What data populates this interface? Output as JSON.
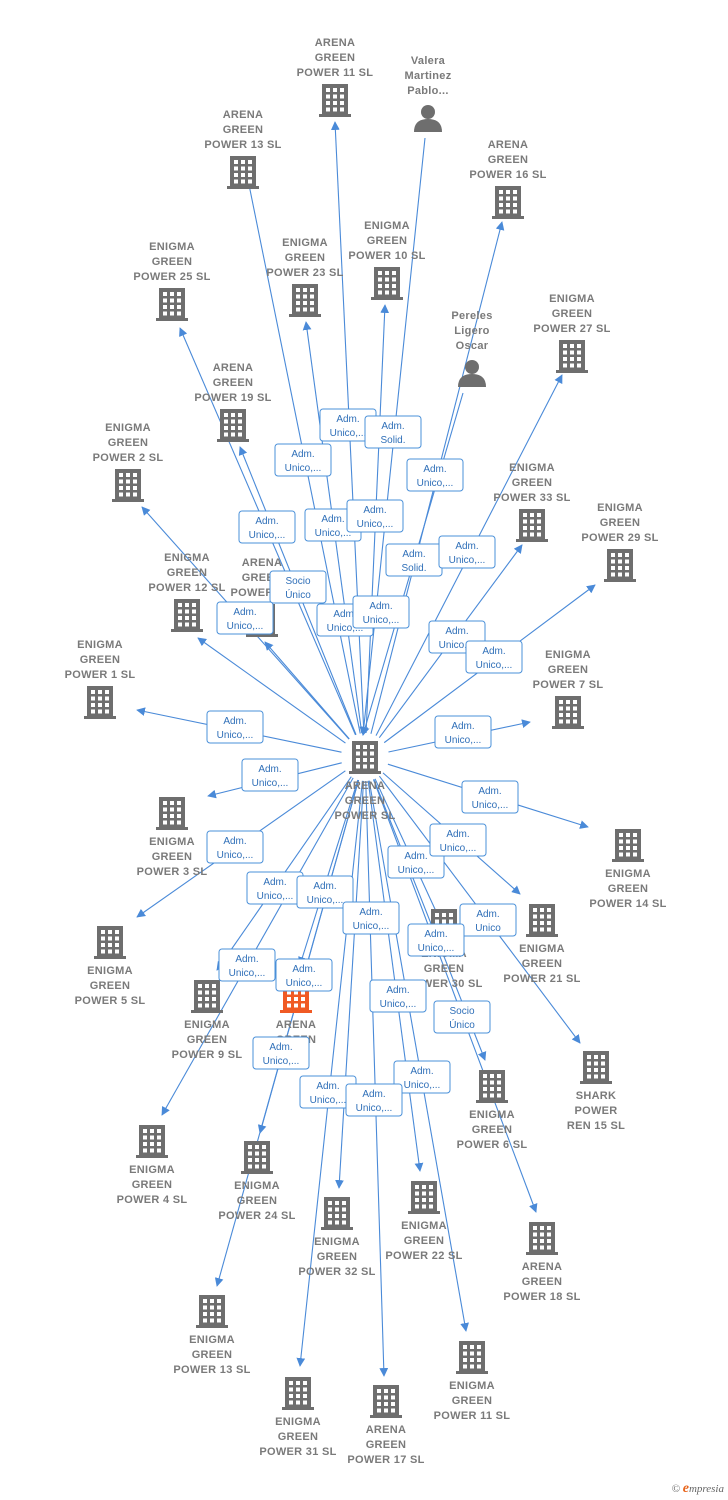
{
  "center": {
    "id": "c",
    "lines": [
      "ARENA",
      "GREEN",
      "POWER  SL"
    ],
    "icon": "building-icon"
  },
  "nodes": [
    {
      "id": "n1",
      "lines": [
        "ARENA",
        "GREEN",
        "POWER 11  SL"
      ],
      "icon": "building-icon"
    },
    {
      "id": "n2",
      "lines": [
        "Valera",
        "Martinez",
        "Pablo..."
      ],
      "icon": "person-icon"
    },
    {
      "id": "n3",
      "lines": [
        "ARENA",
        "GREEN",
        "POWER 13  SL"
      ],
      "icon": "building-icon"
    },
    {
      "id": "n4",
      "lines": [
        "ARENA",
        "GREEN",
        "POWER 16  SL"
      ],
      "icon": "building-icon"
    },
    {
      "id": "n5",
      "lines": [
        "ENIGMA",
        "GREEN",
        "POWER 10  SL"
      ],
      "icon": "building-icon"
    },
    {
      "id": "n6",
      "lines": [
        "ENIGMA",
        "GREEN",
        "POWER 23  SL"
      ],
      "icon": "building-icon"
    },
    {
      "id": "n7",
      "lines": [
        "ENIGMA",
        "GREEN",
        "POWER 25  SL"
      ],
      "icon": "building-icon"
    },
    {
      "id": "n8",
      "lines": [
        "Pereles",
        "Ligero",
        "Oscar"
      ],
      "icon": "person-icon"
    },
    {
      "id": "n9",
      "lines": [
        "ENIGMA",
        "GREEN",
        "POWER 27  SL"
      ],
      "icon": "building-icon"
    },
    {
      "id": "n10",
      "lines": [
        "ARENA",
        "GREEN",
        "POWER 19  SL"
      ],
      "icon": "building-icon"
    },
    {
      "id": "n11",
      "lines": [
        "ENIGMA",
        "GREEN",
        "POWER 2  SL"
      ],
      "icon": "building-icon"
    },
    {
      "id": "n12",
      "lines": [
        "ENIGMA",
        "GREEN",
        "POWER 33  SL"
      ],
      "icon": "building-icon"
    },
    {
      "id": "n13",
      "lines": [
        "ENIGMA",
        "GREEN",
        "POWER 29  SL"
      ],
      "icon": "building-icon"
    },
    {
      "id": "n14",
      "lines": [
        "ENIGMA",
        "GREEN",
        "POWER 12  SL"
      ],
      "icon": "building-icon"
    },
    {
      "id": "n15",
      "lines": [
        "ARENA",
        "GREEN",
        "POWER 1..."
      ],
      "icon": "building-icon"
    },
    {
      "id": "n16",
      "lines": [
        "ENIGMA",
        "GREEN",
        "POWER 1  SL"
      ],
      "icon": "building-icon"
    },
    {
      "id": "n17",
      "lines": [
        "ENIGMA",
        "GREEN",
        "POWER 7  SL"
      ],
      "icon": "building-icon"
    },
    {
      "id": "n18",
      "lines": [
        "ENIGMA",
        "GREEN",
        "POWER 3  SL"
      ],
      "icon": "building-icon"
    },
    {
      "id": "n19",
      "lines": [
        "ENIGMA",
        "GREEN",
        "POWER 14  SL"
      ],
      "icon": "building-icon"
    },
    {
      "id": "n20",
      "lines": [
        "ENIGMA",
        "GREEN",
        "POWER 5  SL"
      ],
      "icon": "building-icon"
    },
    {
      "id": "n21",
      "lines": [
        "ENIGMA",
        "GREEN",
        "POWER 21  SL"
      ],
      "icon": "building-icon"
    },
    {
      "id": "n22",
      "lines": [
        "ENIGMA",
        "GREEN",
        "POWER 9  SL"
      ],
      "icon": "building-icon"
    },
    {
      "id": "n23",
      "lines": [
        "ARENA",
        "GREEN",
        "R..."
      ],
      "icon": "building-icon-highlight"
    },
    {
      "id": "n24",
      "lines": [
        "ENIGMA",
        "GREEN",
        "POWER 30  SL"
      ],
      "icon": "building-icon"
    },
    {
      "id": "n25",
      "lines": [
        "SHARK",
        "POWER",
        "REN 15  SL"
      ],
      "icon": "building-icon"
    },
    {
      "id": "n26",
      "lines": [
        "ENIGMA",
        "GREEN",
        "POWER 6  SL"
      ],
      "icon": "building-icon"
    },
    {
      "id": "n27",
      "lines": [
        "ENIGMA",
        "GREEN",
        "POWER 4  SL"
      ],
      "icon": "building-icon"
    },
    {
      "id": "n28",
      "lines": [
        "ENIGMA",
        "GREEN",
        "POWER 24  SL"
      ],
      "icon": "building-icon"
    },
    {
      "id": "n29",
      "lines": [
        "ENIGMA",
        "GREEN",
        "POWER 32  SL"
      ],
      "icon": "building-icon"
    },
    {
      "id": "n30",
      "lines": [
        "ENIGMA",
        "GREEN",
        "POWER 22  SL"
      ],
      "icon": "building-icon"
    },
    {
      "id": "n31",
      "lines": [
        "ARENA",
        "GREEN",
        "POWER 18  SL"
      ],
      "icon": "building-icon"
    },
    {
      "id": "n32",
      "lines": [
        "ENIGMA",
        "GREEN",
        "POWER 13  SL"
      ],
      "icon": "building-icon"
    },
    {
      "id": "n33",
      "lines": [
        "ENIGMA",
        "GREEN",
        "POWER 31  SL"
      ],
      "icon": "building-icon"
    },
    {
      "id": "n34",
      "lines": [
        "ARENA",
        "GREEN",
        "POWER 17  SL"
      ],
      "icon": "building-icon"
    },
    {
      "id": "n35",
      "lines": [
        "ENIGMA",
        "GREEN",
        "POWER 11  SL"
      ],
      "icon": "building-icon"
    }
  ],
  "edges": [
    {
      "from": "c",
      "to": "n1",
      "label": [
        "Adm.",
        "Unico,..."
      ]
    },
    {
      "from": "n2",
      "to": "c",
      "label": [
        "Adm.",
        "Solid."
      ]
    },
    {
      "from": "c",
      "to": "n3",
      "label": [
        "Adm.",
        "Unico,..."
      ]
    },
    {
      "from": "c",
      "to": "n4",
      "label": [
        "Adm.",
        "Unico,..."
      ]
    },
    {
      "from": "c",
      "to": "n5",
      "label": [
        "Adm.",
        "Unico,..."
      ]
    },
    {
      "from": "c",
      "to": "n6",
      "label": [
        "Adm.",
        "Unico,..."
      ]
    },
    {
      "from": "c",
      "to": "n7",
      "label": [
        "Adm.",
        "Unico,..."
      ]
    },
    {
      "from": "n8",
      "to": "c",
      "label": [
        "Adm.",
        "Solid."
      ]
    },
    {
      "from": "c",
      "to": "n9",
      "label": [
        "Adm.",
        "Unico,..."
      ]
    },
    {
      "from": "c",
      "to": "n10",
      "label": [
        "Socio",
        "Único"
      ]
    },
    {
      "from": "c",
      "to": "n11",
      "label": [
        "Adm.",
        "Unico,..."
      ]
    },
    {
      "from": "c",
      "to": "n12",
      "label": [
        "Adm.",
        "Unico,..."
      ]
    },
    {
      "from": "c",
      "to": "n13",
      "label": [
        "Adm.",
        "Unico,..."
      ]
    },
    {
      "from": "c",
      "to": "n14",
      "label": [
        "Adm.",
        "Unico,..."
      ]
    },
    {
      "from": "c",
      "to": "n15",
      "label": [
        "Adm.",
        "Unico,..."
      ]
    },
    {
      "from": "c",
      "to": "n16",
      "label": [
        "Adm.",
        "Unico,..."
      ]
    },
    {
      "from": "c",
      "to": "n17",
      "label": [
        "Adm.",
        "Unico,..."
      ]
    },
    {
      "from": "c",
      "to": "n18",
      "label": [
        "Adm.",
        "Unico,..."
      ]
    },
    {
      "from": "c",
      "to": "n19",
      "label": [
        "Adm.",
        "Unico,..."
      ]
    },
    {
      "from": "c",
      "to": "n20",
      "label": [
        "Adm.",
        "Unico,..."
      ]
    },
    {
      "from": "c",
      "to": "n21",
      "label": [
        "Adm.",
        "Unico"
      ]
    },
    {
      "from": "c",
      "to": "n22",
      "label": [
        "Adm.",
        "Unico,..."
      ]
    },
    {
      "from": "c",
      "to": "n23",
      "label": [
        "Adm.",
        "Unico,..."
      ]
    },
    {
      "from": "c",
      "to": "n24",
      "label": [
        "Adm.",
        "Unico,..."
      ]
    },
    {
      "from": "c",
      "to": "n25",
      "label": [
        "Socio",
        "Único"
      ]
    },
    {
      "from": "c",
      "to": "n26",
      "label": [
        "Adm.",
        "Unico,..."
      ]
    },
    {
      "from": "c",
      "to": "n27",
      "label": [
        "Adm.",
        "Unico,..."
      ]
    },
    {
      "from": "c",
      "to": "n28",
      "label": [
        "Adm.",
        "Unico,..."
      ]
    },
    {
      "from": "c",
      "to": "n29",
      "label": [
        "Adm.",
        "Unico,..."
      ]
    },
    {
      "from": "c",
      "to": "n30",
      "label": [
        "Adm.",
        "Unico,..."
      ]
    },
    {
      "from": "c",
      "to": "n31",
      "label": [
        "Adm.",
        "Unico,..."
      ]
    },
    {
      "from": "c",
      "to": "n32",
      "label": [
        "Adm.",
        "Unico,..."
      ]
    },
    {
      "from": "c",
      "to": "n33",
      "label": [
        "Adm.",
        "Unico,..."
      ]
    },
    {
      "from": "c",
      "to": "n34",
      "label": [
        "Adm.",
        "Unico,..."
      ]
    },
    {
      "from": "c",
      "to": "n35",
      "label": [
        "Adm.",
        "Unico,..."
      ]
    }
  ],
  "footer": {
    "copyright_symbol": "©",
    "brand_initial": "e",
    "brand_rest": "mpresia"
  },
  "colors": {
    "edge": "#4a8ad8",
    "icon": "#6e6e6e",
    "highlight": "#f05a24",
    "label_border": "#4a90d9"
  }
}
